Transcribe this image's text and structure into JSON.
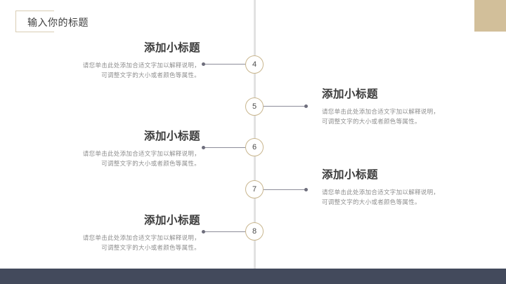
{
  "slide": {
    "title": "输入你的标题",
    "accent_color": "#d2bf9a",
    "node_border_color": "#c9b68e",
    "spine_color": "#e2e2e2",
    "connector_color": "#8d8d99",
    "bottom_bar_color": "#434a5c",
    "heading_color": "#3a3a3a",
    "body_color": "#8e8e8e"
  },
  "items": [
    {
      "number": "4",
      "side": "left",
      "heading": "添加小标题",
      "body_line1": "请您单击此处添加合适文字加以解释说明，",
      "body_line2": "可调整文字的大小或者颜色等属性。"
    },
    {
      "number": "5",
      "side": "right",
      "heading": "添加小标题",
      "body_line1": "请您单击此处添加合适文字加以解释说明，",
      "body_line2": "可调整文字的大小或者颜色等属性。"
    },
    {
      "number": "6",
      "side": "left",
      "heading": "添加小标题",
      "body_line1": "请您单击此处添加合适文字加以解释说明，",
      "body_line2": "可调整文字的大小或者颜色等属性。"
    },
    {
      "number": "7",
      "side": "right",
      "heading": "添加小标题",
      "body_line1": "请您单击此处添加合适文字加以解释说明，",
      "body_line2": "可调整文字的大小或者颜色等属性。"
    },
    {
      "number": "8",
      "side": "left",
      "heading": "添加小标题",
      "body_line1": "请您单击此处添加合适文字加以解释说明，",
      "body_line2": "可调整文字的大小或者颜色等属性。"
    }
  ]
}
